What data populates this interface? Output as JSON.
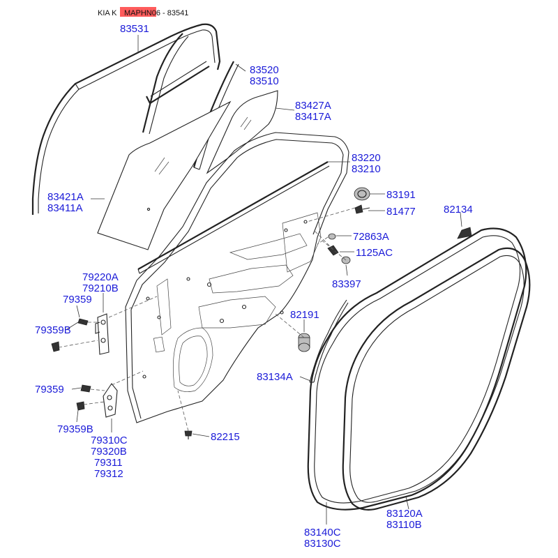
{
  "header": {
    "brand_prefix": "KIA K",
    "highlighted": "83541",
    "suffix": "MAPHN06 - 83541"
  },
  "labels": {
    "p83531": "83531",
    "p83520": "83520",
    "p83510": "83510",
    "p83427A": "83427A",
    "p83417A": "83417A",
    "p83220": "83220",
    "p83210": "83210",
    "p83421A": "83421A",
    "p83411A": "83411A",
    "p83191": "83191",
    "p81477": "81477",
    "p82134": "82134",
    "p72863A": "72863A",
    "p1125AC": "1125AC",
    "p83397": "83397",
    "p79220A": "79220A",
    "p79210B": "79210B",
    "p79359_top": "79359",
    "p79359B_top": "79359B",
    "p82191": "82191",
    "p83134A": "83134A",
    "p79359_bot": "79359",
    "p79359B_bot": "79359B",
    "p79310C": "79310C",
    "p79320B": "79320B",
    "p79311": "79311",
    "p79312": "79312",
    "p82215": "82215",
    "p83120A": "83120A",
    "p83110B": "83110B",
    "p83140C": "83140C",
    "p83130C": "83130C"
  },
  "colors": {
    "label": "#1a1ad8",
    "highlight": "#ff4040",
    "line": "#222222"
  }
}
